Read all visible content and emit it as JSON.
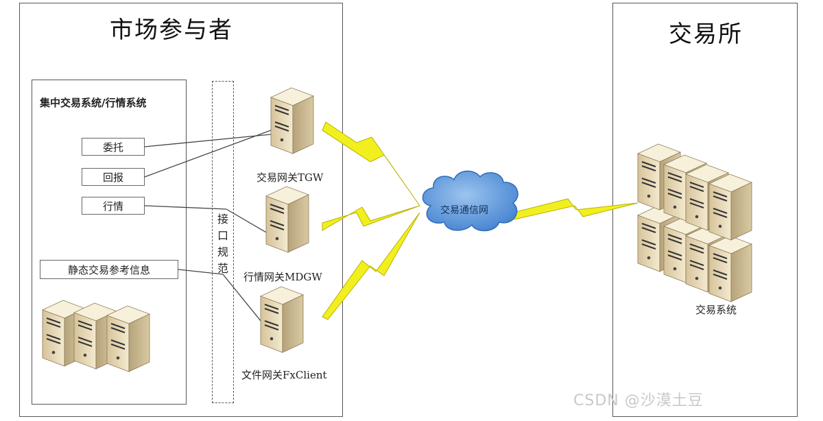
{
  "market": {
    "title": "市场参与者",
    "system_title": "集中交易系统/行情系统"
  },
  "exchange": {
    "title": "交易所",
    "system_label": "交易系统"
  },
  "inputs": [
    "委托",
    "回报",
    "行情",
    "静态交易参考信息"
  ],
  "interface_label": [
    "接",
    "口",
    "规",
    "范"
  ],
  "gateways": [
    "交易网关TGW",
    "行情网关MDGW",
    "文件网关FxClient"
  ],
  "network": "交易通信网",
  "watermark": "CSDN @沙漠土豆",
  "colors": {
    "cloud": "#5b95d8",
    "bolt": "#f2ef1e",
    "server": "#efe3c0"
  }
}
